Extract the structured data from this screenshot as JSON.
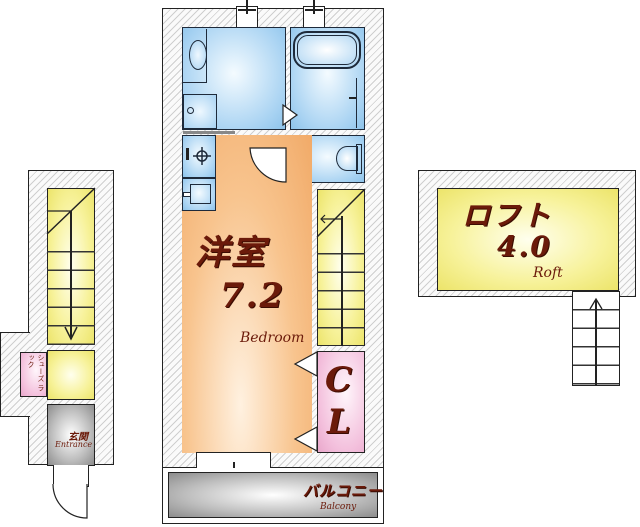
{
  "floorplan": {
    "bedroom": {
      "jp": "洋室",
      "size": "7.2",
      "en": "Bedroom"
    },
    "closet": {
      "jp": "C\nL",
      "line1": "C",
      "line2": "L"
    },
    "balcony": {
      "jp": "バルコニー",
      "en": "Balcony"
    },
    "loft": {
      "jp": "ロフト",
      "size": "4.0",
      "en": "Roft"
    },
    "entrance": {
      "jp": "玄関",
      "en": "Entrance"
    },
    "shoe_rack": {
      "line1": "シューズ",
      "line2": "ラック"
    }
  },
  "colors": {
    "wet_area": "#a7d2f2",
    "bedroom": "#f8c48e",
    "stairs_loft": "#f7f29a",
    "closet": "#f3bfdc",
    "balcony_entrance": "#bdbdbd",
    "label_text": "#6b1a0a"
  }
}
